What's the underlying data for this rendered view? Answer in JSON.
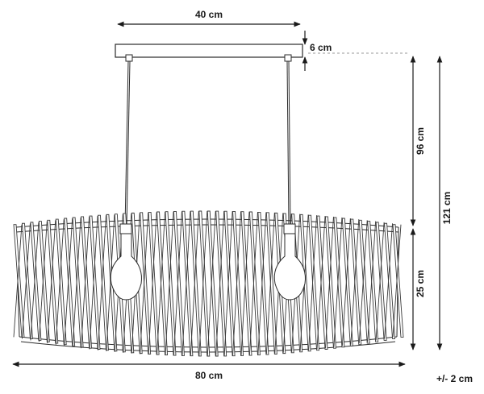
{
  "dimensions": {
    "canopy_width": "40 cm",
    "canopy_height": "6 cm",
    "drop_length": "96 cm",
    "total_height": "121 cm",
    "shade_height": "25 cm",
    "shade_width": "80 cm"
  },
  "tolerance": "+/- 2 cm",
  "colors": {
    "line": "#2a2a2a",
    "slat": "#3a3a3a",
    "dashed": "#9a9a9a"
  }
}
